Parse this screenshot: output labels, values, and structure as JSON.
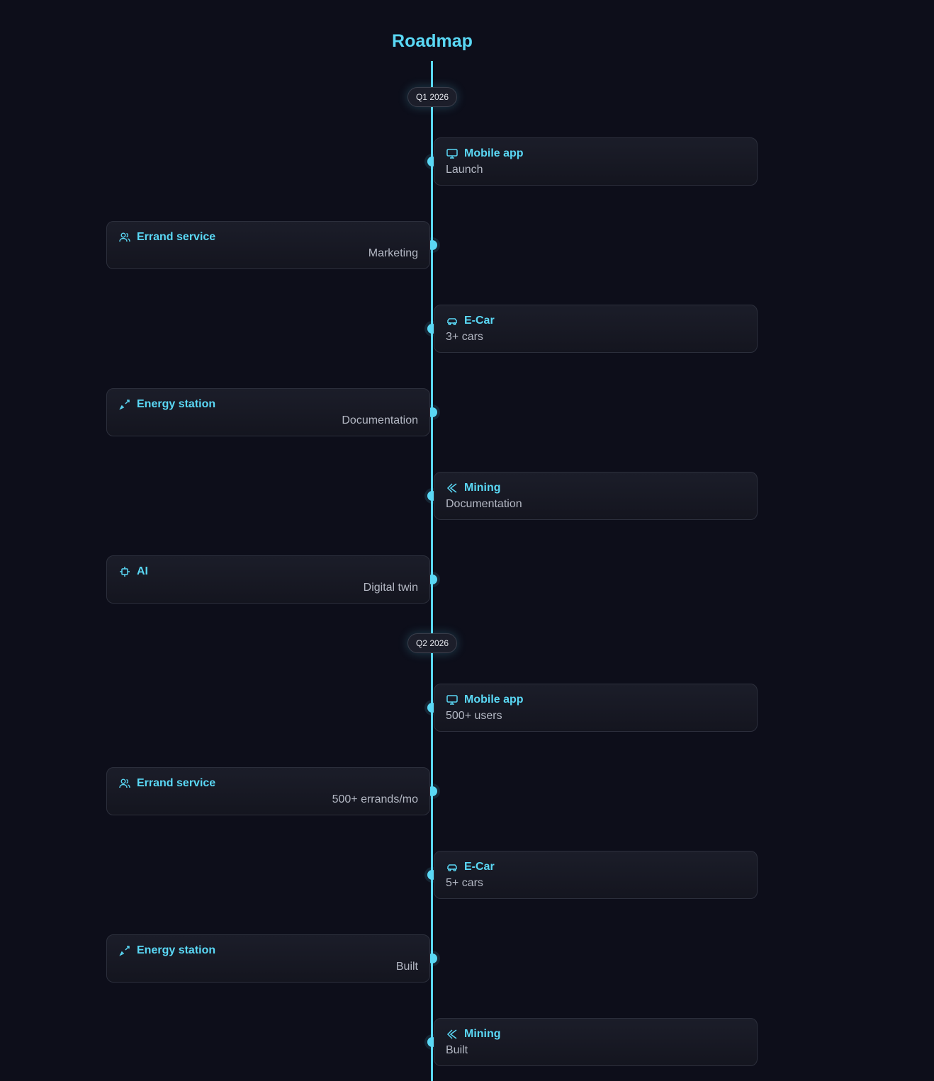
{
  "title": "Roadmap",
  "colors": {
    "accent": "#5ad8f5",
    "background": "#0d0e1a"
  },
  "quarters": [
    {
      "label": "Q1 2026",
      "items": [
        {
          "title": "Mobile app",
          "subtitle": "Launch",
          "icon": "monitor-icon",
          "side": "right"
        },
        {
          "title": "Errand service",
          "subtitle": "Marketing",
          "icon": "users-icon",
          "side": "left"
        },
        {
          "title": "E-Car",
          "subtitle": "3+ cars",
          "icon": "car-icon",
          "side": "right"
        },
        {
          "title": "Energy station",
          "subtitle": "Documentation",
          "icon": "plug-icon",
          "side": "left"
        },
        {
          "title": "Mining",
          "subtitle": "Documentation",
          "icon": "pickaxe-icon",
          "side": "right"
        },
        {
          "title": "AI",
          "subtitle": "Digital twin",
          "icon": "cpu-icon",
          "side": "left"
        }
      ]
    },
    {
      "label": "Q2 2026",
      "items": [
        {
          "title": "Mobile app",
          "subtitle": "500+ users",
          "icon": "monitor-icon",
          "side": "right"
        },
        {
          "title": "Errand service",
          "subtitle": "500+ errands/mo",
          "icon": "users-icon",
          "side": "left"
        },
        {
          "title": "E-Car",
          "subtitle": "5+ cars",
          "icon": "car-icon",
          "side": "right"
        },
        {
          "title": "Energy station",
          "subtitle": "Built",
          "icon": "plug-icon",
          "side": "left"
        },
        {
          "title": "Mining",
          "subtitle": "Built",
          "icon": "pickaxe-icon",
          "side": "right"
        }
      ]
    }
  ]
}
